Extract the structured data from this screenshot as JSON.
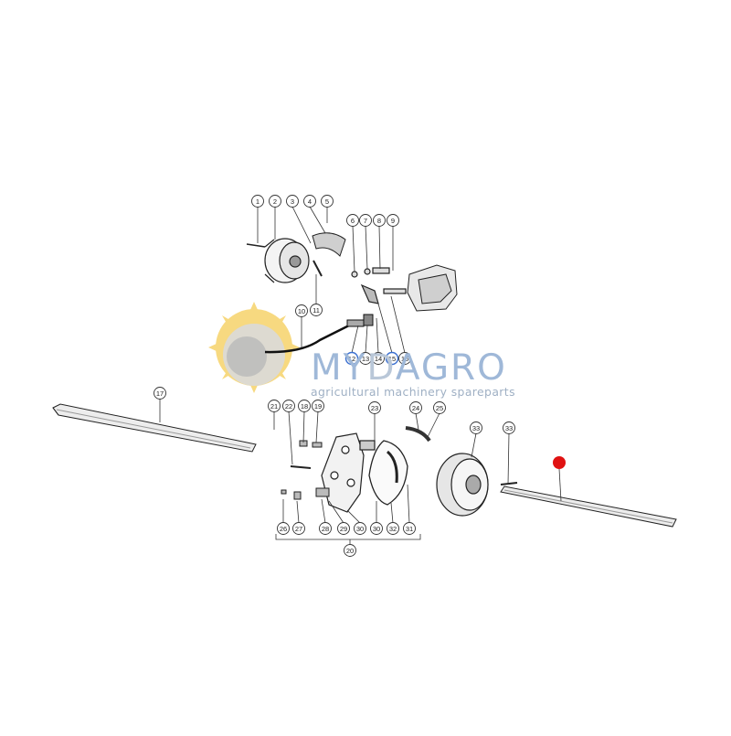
{
  "brand": {
    "name_part1": "MY",
    "name_part2": "D",
    "name_part3": "AGRO",
    "tagline": "agricultural machinery spareparts",
    "colors": {
      "text": "#9fb8d8",
      "sun_outer": "#f6d36a",
      "sun_inner": "#c9c9c9"
    }
  },
  "diagram": {
    "highlight_color": "#e01212",
    "callouts": [
      "1",
      "2",
      "3",
      "4",
      "5",
      "6",
      "7",
      "8",
      "9",
      "10",
      "11",
      "12",
      "13",
      "14",
      "15",
      "16",
      "17",
      "18",
      "19",
      "20",
      "21",
      "22",
      "23",
      "24",
      "25",
      "26",
      "27",
      "28",
      "29",
      "30",
      "30",
      "31",
      "32",
      "33"
    ]
  }
}
